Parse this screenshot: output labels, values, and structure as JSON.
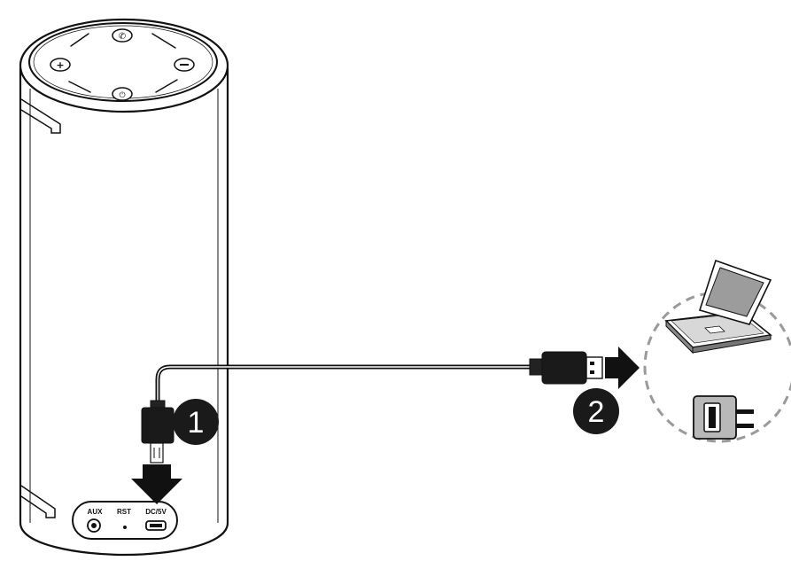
{
  "ports": {
    "aux": "AUX",
    "rst": "RST",
    "dc": "DC/5V"
  },
  "steps": {
    "one": "1",
    "two": "2"
  },
  "icons": {
    "speaker": "cylindrical-speaker",
    "laptop": "laptop-icon",
    "adapter": "wall-usb-adapter-icon"
  },
  "colors": {
    "outline": "#111111",
    "badge": "#1a1a1a",
    "dashed_circle": "#9a9a9a",
    "laptop_screen": "#9c9c9c"
  }
}
